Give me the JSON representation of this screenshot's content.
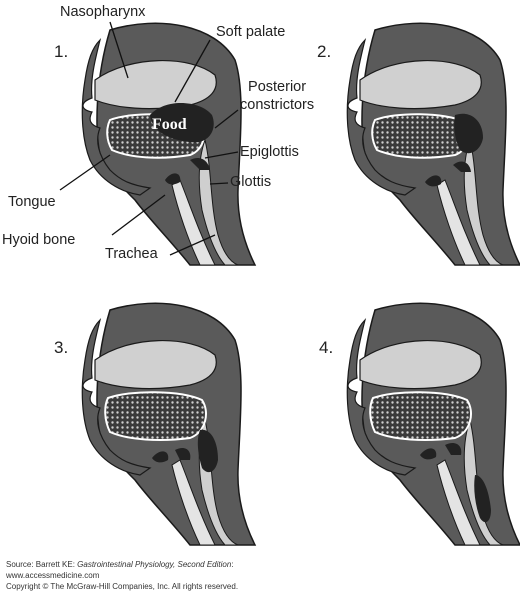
{
  "panels": [
    {
      "number": "1."
    },
    {
      "number": "2."
    },
    {
      "number": "3."
    },
    {
      "number": "4."
    }
  ],
  "labels": {
    "nasopharynx": "Nasopharynx",
    "soft_palate": "Soft palate",
    "posterior_constrictors": "Posterior\nconstrictors",
    "food": "Food",
    "epiglottis": "Epiglottis",
    "glottis": "Glottis",
    "tongue": "Tongue",
    "hyoid_bone": "Hyoid bone",
    "trachea": "Trachea"
  },
  "credits": {
    "source_prefix": "Source: Barrett KE: ",
    "source_title": "Gastrointestinal Physiology, Second Edition",
    "source_suffix": ":",
    "url": "www.accessmedicine.com",
    "copyright": "Copyright © The McGraw-Hill Companies, Inc. All rights reserved."
  },
  "colors": {
    "tissue_dark": "#595959",
    "tissue_light": "#c9c9c9",
    "airway": "#e6e6e6",
    "outline": "#1a1a1a",
    "bolus": "#2b2b2b",
    "food_dots": "#bbbbbb"
  }
}
